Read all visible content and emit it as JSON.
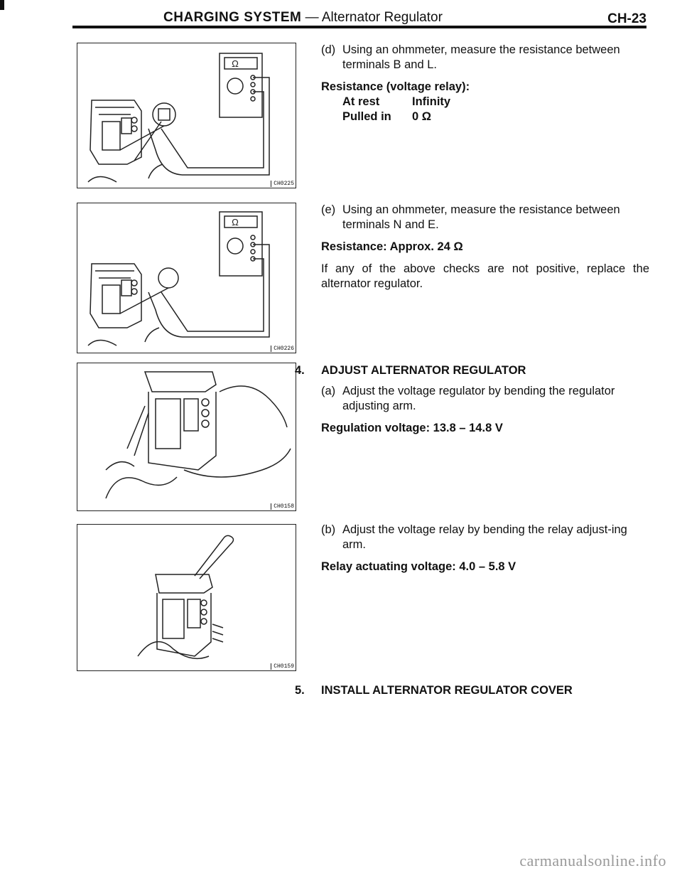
{
  "header": {
    "title_bold": "CHARGING SYSTEM",
    "title_rest": " — Alternator Regulator",
    "page": "CH-23"
  },
  "figures": [
    {
      "code": "CH0225",
      "meter_symbol": "Ω"
    },
    {
      "code": "CH0226",
      "meter_symbol": "Ω"
    },
    {
      "code": "CH0158"
    },
    {
      "code": "CH0159"
    }
  ],
  "step_d": {
    "label": "(d)",
    "text": "Using an ohmmeter, measure the resistance between terminals B and L.",
    "spec_title": "Resistance (voltage relay):",
    "rows": [
      {
        "k": "At rest",
        "v": "Infinity"
      },
      {
        "k": "Pulled in",
        "v": "0 Ω"
      }
    ]
  },
  "step_e": {
    "label": "(e)",
    "text": "Using an ohmmeter, measure the resistance between terminals N and E.",
    "spec": "Resistance:   Approx. 24 Ω",
    "note": "If any of the above checks are not positive, replace the alternator regulator."
  },
  "step_4": {
    "num": "4.",
    "title": "ADJUST ALTERNATOR REGULATOR",
    "a_label": "(a)",
    "a_text": "Adjust the voltage regulator by bending the regulator adjusting arm.",
    "a_spec": "Regulation voltage:   13.8 – 14.8 V",
    "b_label": "(b)",
    "b_text": "Adjust the voltage relay by bending the relay adjust-ing arm.",
    "b_spec": "Relay actuating voltage:   4.0 – 5.8 V"
  },
  "step_5": {
    "num": "5.",
    "title": "INSTALL ALTERNATOR REGULATOR COVER"
  },
  "watermark": "carmanualsonline.info"
}
